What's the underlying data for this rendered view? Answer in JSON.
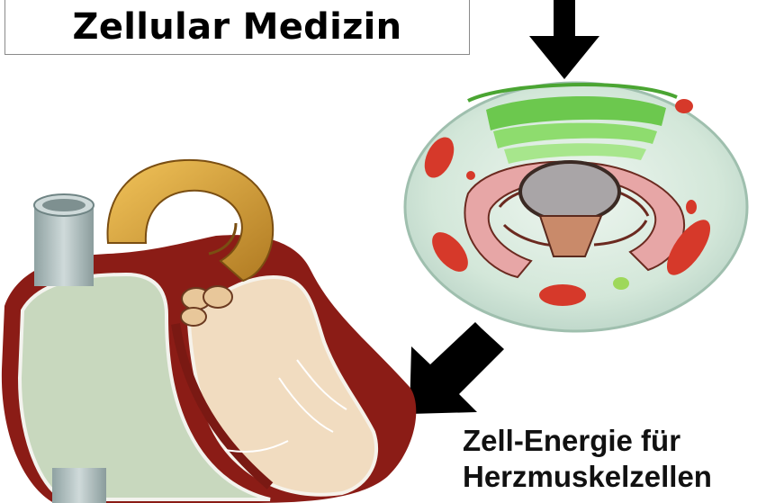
{
  "title": "Zellular Medizin",
  "caption": {
    "line1": "Zell-Energie für",
    "line2": "Herzmuskelzellen"
  },
  "colors": {
    "heart_wall": "#8b1a14",
    "heart_chamber": "#c9d8bf",
    "aorta": "#d9a23a",
    "vein": "#a9b8b8",
    "cell_body": "#cfe3d5",
    "golgi": "#78d45a",
    "nucleus": "#a8a4a6",
    "mitochondria": "#d83a2a",
    "arrow": "#000000"
  }
}
